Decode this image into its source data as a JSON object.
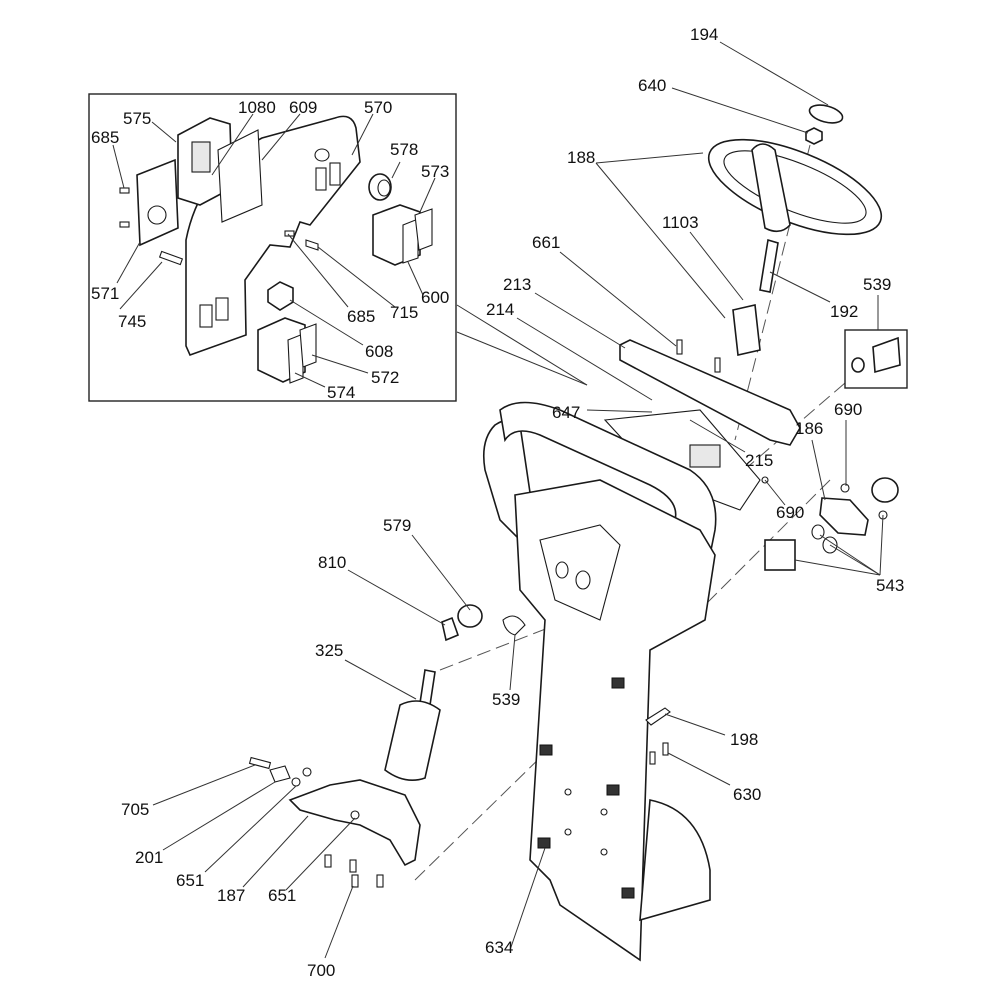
{
  "diagram": {
    "title": "Steering column and dashboard exploded parts view",
    "inset_callouts": [
      {
        "id": "inset-575",
        "text": "575"
      },
      {
        "id": "inset-1080",
        "text": "1080"
      },
      {
        "id": "inset-609",
        "text": "609"
      },
      {
        "id": "inset-570",
        "text": "570"
      },
      {
        "id": "inset-685a",
        "text": "685"
      },
      {
        "id": "inset-578",
        "text": "578"
      },
      {
        "id": "inset-573",
        "text": "573"
      },
      {
        "id": "inset-571",
        "text": "571"
      },
      {
        "id": "inset-745",
        "text": "745"
      },
      {
        "id": "inset-685b",
        "text": "685"
      },
      {
        "id": "inset-715",
        "text": "715"
      },
      {
        "id": "inset-600",
        "text": "600"
      },
      {
        "id": "inset-608",
        "text": "608"
      },
      {
        "id": "inset-572",
        "text": "572"
      },
      {
        "id": "inset-574",
        "text": "574"
      }
    ],
    "main_callouts": [
      {
        "id": "c194",
        "text": "194"
      },
      {
        "id": "c640",
        "text": "640"
      },
      {
        "id": "c188",
        "text": "188"
      },
      {
        "id": "c1103",
        "text": "1103"
      },
      {
        "id": "c661",
        "text": "661"
      },
      {
        "id": "c539a",
        "text": "539"
      },
      {
        "id": "c213",
        "text": "213"
      },
      {
        "id": "c192",
        "text": "192"
      },
      {
        "id": "c214",
        "text": "214"
      },
      {
        "id": "c647",
        "text": "647"
      },
      {
        "id": "c690a",
        "text": "690"
      },
      {
        "id": "c186",
        "text": "186"
      },
      {
        "id": "c215",
        "text": "215"
      },
      {
        "id": "c690b",
        "text": "690"
      },
      {
        "id": "c579",
        "text": "579"
      },
      {
        "id": "c543",
        "text": "543"
      },
      {
        "id": "c810",
        "text": "810"
      },
      {
        "id": "c325",
        "text": "325"
      },
      {
        "id": "c539b",
        "text": "539"
      },
      {
        "id": "c198",
        "text": "198"
      },
      {
        "id": "c705",
        "text": "705"
      },
      {
        "id": "c630",
        "text": "630"
      },
      {
        "id": "c201",
        "text": "201"
      },
      {
        "id": "c651a",
        "text": "651"
      },
      {
        "id": "c187",
        "text": "187"
      },
      {
        "id": "c651b",
        "text": "651"
      },
      {
        "id": "c634",
        "text": "634"
      },
      {
        "id": "c700",
        "text": "700"
      }
    ]
  }
}
